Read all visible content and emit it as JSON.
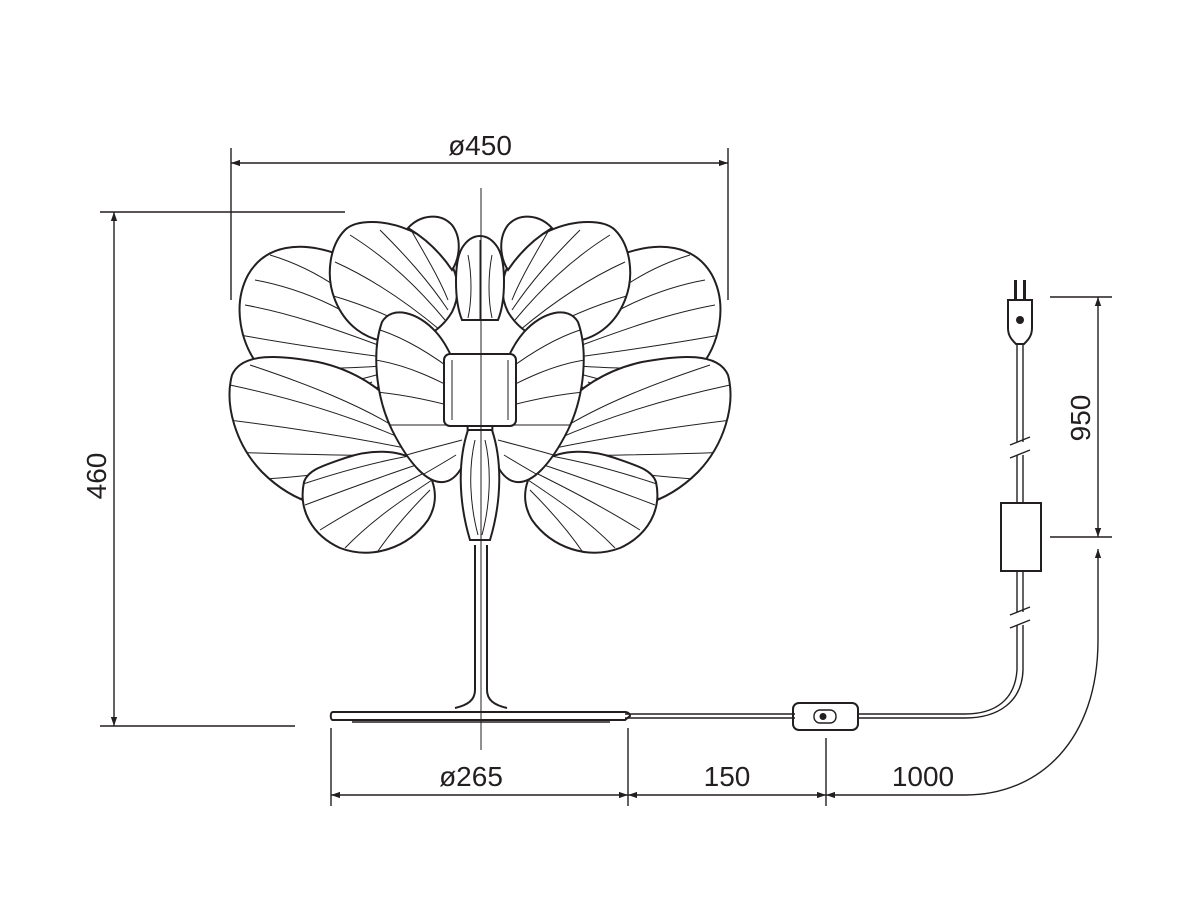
{
  "dimensions": {
    "shade_diameter": "ø450",
    "base_diameter": "ø265",
    "height": "460",
    "switch_distance": "150",
    "cord_length": "1000",
    "plug_cord_length": "950"
  },
  "colors": {
    "line": "#231f20",
    "background": "#ffffff"
  }
}
